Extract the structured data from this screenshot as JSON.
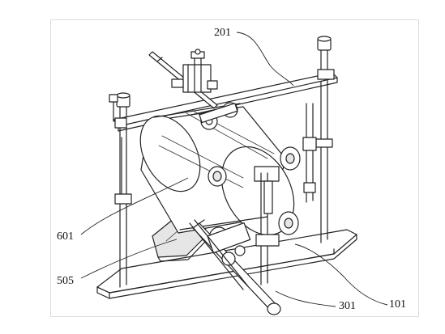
{
  "diagram": {
    "reference_numerals": {
      "n201": "201",
      "n601": "601",
      "n505": "505",
      "n301": "301",
      "n101": "101"
    },
    "colors": {
      "line": "#222222",
      "background": "#ffffff",
      "frame": "#dcdcdc"
    }
  }
}
